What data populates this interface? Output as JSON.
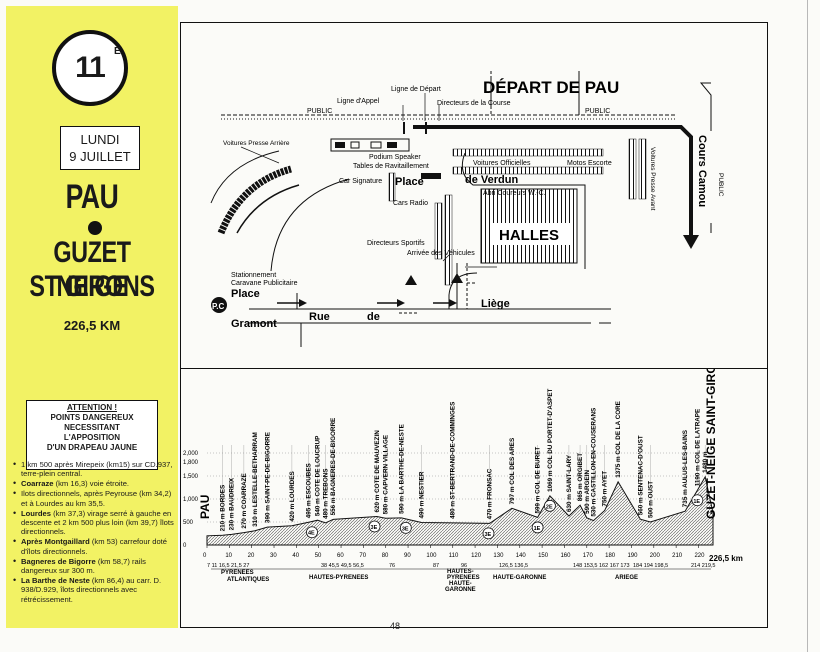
{
  "stage": {
    "number": "11",
    "suffix": "E"
  },
  "date": {
    "day": "LUNDI",
    "date": "9 JUILLET"
  },
  "start_city": "PAU",
  "finish_line1": "GUZET NEIGE",
  "finish_line2": "ST GIRONS",
  "distance": "226,5 KM",
  "attention": {
    "title": "ATTENTION !",
    "line1": "POINTS DANGEREUX",
    "line2": "NECESSITANT",
    "line3": "L'APPOSITION",
    "line4": "D'UN DRAPEAU JAUNE"
  },
  "notes": [
    {
      "bold": "",
      "text": "1 km 500 après Mirepeix (km15) sur CD.937, terre-plein central."
    },
    {
      "bold": "Coarraze",
      "text": " (km 16,3) voie étroite."
    },
    {
      "bold": "",
      "text": "Ilots directionnels, après Peyrouse (km 34,2) et à Lourdes au km 35,5."
    },
    {
      "bold": "Lourdes",
      "text": " (km 37,3) virage serré à gauche en descente et 2 km 500 plus loin (km 39,7) îlots directionnels."
    },
    {
      "bold": "Après Montgaillard",
      "text": " (km 53) carrefour doté d'îlots directionnels."
    },
    {
      "bold": "Bagneres de Bigorre",
      "text": " (km 58,7) rails dangereux sur 300 m."
    },
    {
      "bold": "La Barthe de Neste",
      "text": " (km 86,4) au carr. D. 938/D.929, îlots directionnels avec rétrécissement."
    }
  ],
  "map": {
    "title": "DÉPART DE PAU",
    "labels": {
      "ligne_depart": "Ligne de Départ",
      "ligne_appel": "Ligne d'Appel",
      "directeurs_course": "Directeurs de la Course",
      "public": "PUBLIC",
      "voitures_presse_arriere": "Voitures Presse Arrière",
      "podium": "Podium Speaker",
      "tables": "Tables de Ravitaillement",
      "voitures_officielles": "Voitures Officielles",
      "motos": "Motos Escorte",
      "car_signature": "Car Signature",
      "place": "Place",
      "de_verdun": "de Verdun",
      "abri": "Abri Coureurs W.-C.",
      "cars_radio": "Cars Radio",
      "halles": "HALLES",
      "cours_camou": "Cours Camou",
      "voitures_presse_avant": "Voitures Presse Avant",
      "directeurs_sportifs": "Directeurs Sportifs",
      "arrivee_vehicules": "Arrivée des Véhicules",
      "stationnement": "Stationnement",
      "caravane": "Caravane Publicitaire",
      "place2": "Place",
      "gramont": "Gramont",
      "rue": "Rue",
      "de": "de",
      "liege": "Liège",
      "parking": "P.C"
    }
  },
  "profile": {
    "alt_ticks": [
      "2,000",
      "1,800",
      "1,500",
      "1,000",
      "500",
      "0"
    ],
    "km_ticks": [
      "0",
      "10",
      "20",
      "30",
      "40",
      "50",
      "60",
      "70",
      "80",
      "90",
      "100",
      "110",
      "120",
      "130",
      "140",
      "150",
      "160",
      "170",
      "180",
      "190",
      "200",
      "210",
      "220"
    ],
    "km_under": [
      "7 11 16,5 21,5 27",
      "38 45,5 49,5 56,5",
      "76",
      "87",
      "96",
      "126,5 136,5",
      "148 153,5 162 167 173",
      "184 194 198,5",
      "214 219,5"
    ],
    "end_km": "226,5 km",
    "places": [
      {
        "km": 0,
        "label": "PAU",
        "big": true
      },
      {
        "km": 7,
        "label": "210 m BORDES"
      },
      {
        "km": 11,
        "label": "230 m BAUDREIX"
      },
      {
        "km": 16.5,
        "label": "270 m COARRAZE"
      },
      {
        "km": 21.5,
        "label": "310 m LESTELLE-BETHARRAM"
      },
      {
        "km": 27,
        "label": "390 m SAINT-PE-DE-BIGORRE"
      },
      {
        "km": 38,
        "label": "420 m LOURDES"
      },
      {
        "km": 45.5,
        "label": "495 m ESCOUBES"
      },
      {
        "km": 49.5,
        "label": "540 m COTE DE LOUCRUP"
      },
      {
        "km": 53,
        "label": "480 m TREBONS"
      },
      {
        "km": 56.5,
        "label": "556 m BAGNERES-DE-BIGORRE"
      },
      {
        "km": 76,
        "label": "620 m COTE DE MAUVEZIN"
      },
      {
        "km": 80,
        "label": "580 m CAPVERN VILLAGE"
      },
      {
        "km": 87,
        "label": "590 m LA BARTHE-DE-NESTE"
      },
      {
        "km": 96,
        "label": "490 m NESTIER"
      },
      {
        "km": 110,
        "label": "480 m ST-BERTRAND-DE-COMMINGES"
      },
      {
        "km": 126.5,
        "label": "470 m FRONSAC"
      },
      {
        "km": 136.5,
        "label": "797 m COL DES ARES"
      },
      {
        "km": 148,
        "label": "599 m COL DE BURET"
      },
      {
        "km": 153.5,
        "label": "1069 m COL DU PORTET-D'ASPET"
      },
      {
        "km": 162,
        "label": "630 m SAINT-LARY"
      },
      {
        "km": 167,
        "label": "865 m ORGIBET"
      },
      {
        "km": 170,
        "label": "590 m ARGEIN"
      },
      {
        "km": 173,
        "label": "530 m CASTILLON-EN-COUSERANS"
      },
      {
        "km": 178,
        "label": "750 m AYET"
      },
      {
        "km": 184,
        "label": "1375 m COL DE LA CORE"
      },
      {
        "km": 194,
        "label": "560 m SENTENAC-D'OUST"
      },
      {
        "km": 198.5,
        "label": "500 m OUST"
      },
      {
        "km": 214,
        "label": "735 m AULUS-LES-BAINS"
      },
      {
        "km": 219.5,
        "label": "1190 m COL DE LATRAPE"
      },
      {
        "km": 223,
        "label": "1480 m"
      },
      {
        "km": 226.5,
        "label": "GUZET-NEIGE SAINT-GIRONS",
        "big": true
      }
    ],
    "markers": [
      "4E",
      "3E",
      "3E",
      "3E",
      "1E",
      "2E",
      "1E"
    ],
    "regions": [
      "PYRENEES",
      "ATLANTIQUES",
      "HAUTES-PYRENEES",
      "HAUTES-",
      "PYRENEES",
      "HAUTE-",
      "GARONNE",
      "HAUTE-GARONNE",
      "ARIEGE"
    ]
  },
  "page_number": "48"
}
